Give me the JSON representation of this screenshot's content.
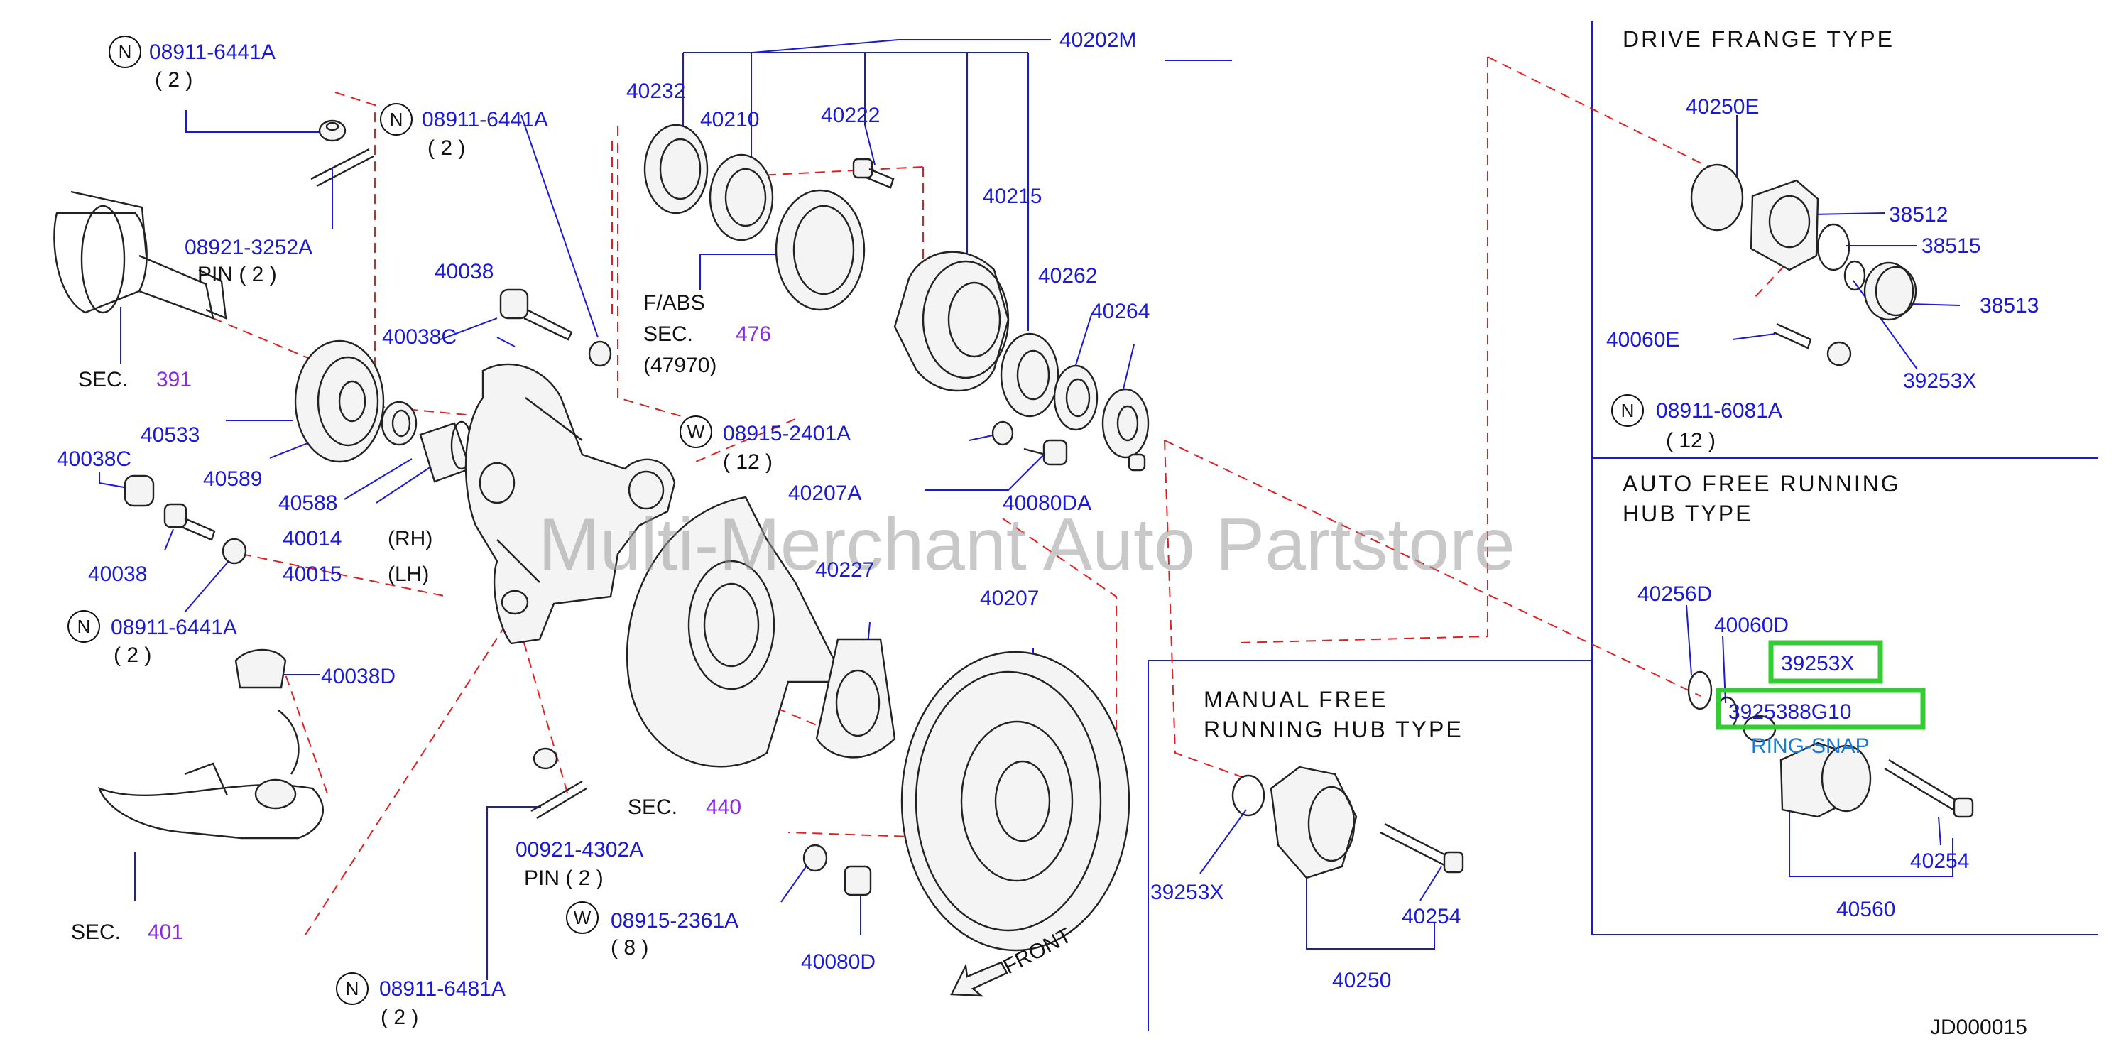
{
  "watermark": "Multi-Merchant Auto Partstore",
  "diagram_code": "JD000015",
  "sections": {
    "drive_flange": "DRIVE  FRANGE  TYPE",
    "auto_free_1": "AUTO  FREE  RUNNING",
    "auto_free_2": "HUB  TYPE",
    "manual_free_1": "MANUAL  FREE",
    "manual_free_2": "RUNNING  HUB  TYPE"
  },
  "front_label": "FRONT",
  "badges": {
    "n": "N",
    "w": "W"
  },
  "labels": {
    "n1_num": "08911-6441A",
    "n1_qty": "( 2 )",
    "n2_num": "08911-6441A",
    "n2_qty": "( 2 )",
    "pin1_num": "08921-3252A",
    "pin1_txt": "PIN  ( 2 )",
    "sec391_txt": "SEC.",
    "sec391_num": "391",
    "p40038a": "40038",
    "p40038c_a": "40038C",
    "p40533": "40533",
    "p40038c_b": "40038C",
    "p40589": "40589",
    "p40588": "40588",
    "p40014": "40014",
    "rh": "(RH)",
    "p40038b": "40038",
    "p40015": "40015",
    "lh": "(LH)",
    "n3_num": "08911-6441A",
    "n3_qty": "( 2 )",
    "p40038d": "40038D",
    "sec401_txt": "SEC.",
    "sec401_num": "401",
    "pin2_num": "00921-4302A",
    "pin2_txt": "PIN  ( 2 )",
    "n4_num": "08911-6481A",
    "n4_qty": "( 2 )",
    "p40232": "40232",
    "p40210": "40210",
    "p40222": "40222",
    "p40202m": "40202M",
    "p40215": "40215",
    "fabs": "F/ABS",
    "sec476_txt": "SEC.",
    "sec476_num": "476",
    "sec476_sub": "(47970)",
    "p40262": "40262",
    "p40264": "40264",
    "w1_num": "08915-2401A",
    "w1_qty": "( 12 )",
    "p40207a": "40207A",
    "p40080da": "40080DA",
    "p40227": "40227",
    "p40207": "40207",
    "sec440_txt": "SEC.",
    "sec440_num": "440",
    "w2_num": "08915-2361A",
    "w2_qty": "( 8 )",
    "p40080d": "40080D",
    "p40250e": "40250E",
    "p38512": "38512",
    "p38515": "38515",
    "p38513": "38513",
    "p40060e": "40060E",
    "p39253x_a": "39253X",
    "n5_num": "08911-6081A",
    "n5_qty": "( 12 )",
    "p40256d": "40256D",
    "p40060d": "40060D",
    "p39253x_b": "39253X",
    "p3925388g10": "3925388G10",
    "ring_snap": "RING-SNAP",
    "p40254_a": "40254",
    "p40560": "40560",
    "p39253x_c": "39253X",
    "p40254_b": "40254",
    "p40250": "40250"
  },
  "colors": {
    "part_number": "#1a1ad6",
    "section_ref": "#8a2be2",
    "leader_dashed": "#e02020",
    "highlight": "#33cc33",
    "link": "#1a7ad6"
  }
}
